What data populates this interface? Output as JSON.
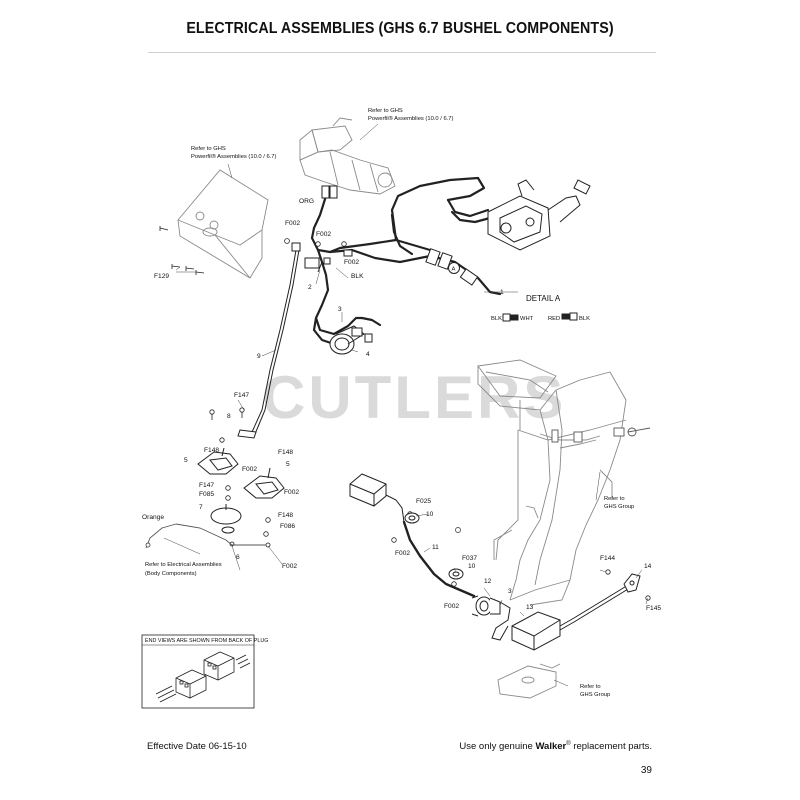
{
  "page": {
    "title": "ELECTRICAL ASSEMBLIES (GHS 6.7 BUSHEL COMPONENTS)",
    "watermark": "CUTLERS",
    "footer_left": "Effective Date 06-15-10",
    "footer_right_prefix": "Use only genuine",
    "footer_right_brand": "Walker",
    "footer_right_reg": "®",
    "footer_right_suffix": "replacement parts.",
    "page_number": "39"
  },
  "refs": {
    "powerfill_top_1": "Refer to GHS",
    "powerfill_top_2": "Powerfil® Assemblies (10.0 / 6.7)",
    "powerfill_left_1": "Refer to GHS",
    "powerfill_left_2": "Powerfil® Assemblies (10.0 / 6.7)",
    "ghs_group_a_1": "Refer to",
    "ghs_group_a_2": "GHS Group",
    "ghs_group_b_1": "Refer to",
    "ghs_group_b_2": "GHS Group",
    "electrical_1": "Refer to Electrical  Assemblies",
    "electrical_2": "(Body Components)"
  },
  "detail": {
    "title": "DETAIL A",
    "blk": "BLK",
    "wht": "WHT",
    "red": "RED",
    "blk2": "BLK",
    "callout": "A"
  },
  "inset": {
    "title": "END VIEWS ARE SHOWN FROM BACK OF PLUG"
  },
  "labels": {
    "org": "ORG",
    "blk": "BLK",
    "orange": "Orange",
    "f002_a": "F002",
    "f002_b": "F002",
    "f002_c": "F002",
    "f002_d": "F002",
    "f002_e": "F002",
    "f002_f": "F002",
    "f002_g": "F002",
    "f002_h": "F002",
    "f129": "F129",
    "f147_a": "F147",
    "f147_b": "F147",
    "f148_a": "F148",
    "f148_b": "F148",
    "f148_c": "F148",
    "f085": "F085",
    "f086": "F086",
    "f025": "F025",
    "f037": "F037",
    "f144": "F144",
    "f145": "F145",
    "n1": "1",
    "n2": "2",
    "n3a": "3",
    "n3b": "3",
    "n4": "4",
    "n5a": "5",
    "n5b": "5",
    "n6": "6",
    "n7": "7",
    "n8": "8",
    "n9": "9",
    "n10a": "10",
    "n10b": "10",
    "n11": "11",
    "n12": "12",
    "n13": "13",
    "n14": "14"
  },
  "colors": {
    "line": "#222222",
    "light_line": "#8a8a8a",
    "watermark": "#bdbdbd"
  }
}
